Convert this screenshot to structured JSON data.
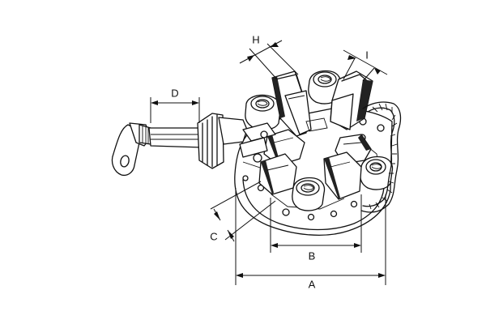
{
  "dimensions": {
    "A": "A",
    "B": "B",
    "C": "C",
    "D": "D",
    "H": "H",
    "I": "I"
  }
}
